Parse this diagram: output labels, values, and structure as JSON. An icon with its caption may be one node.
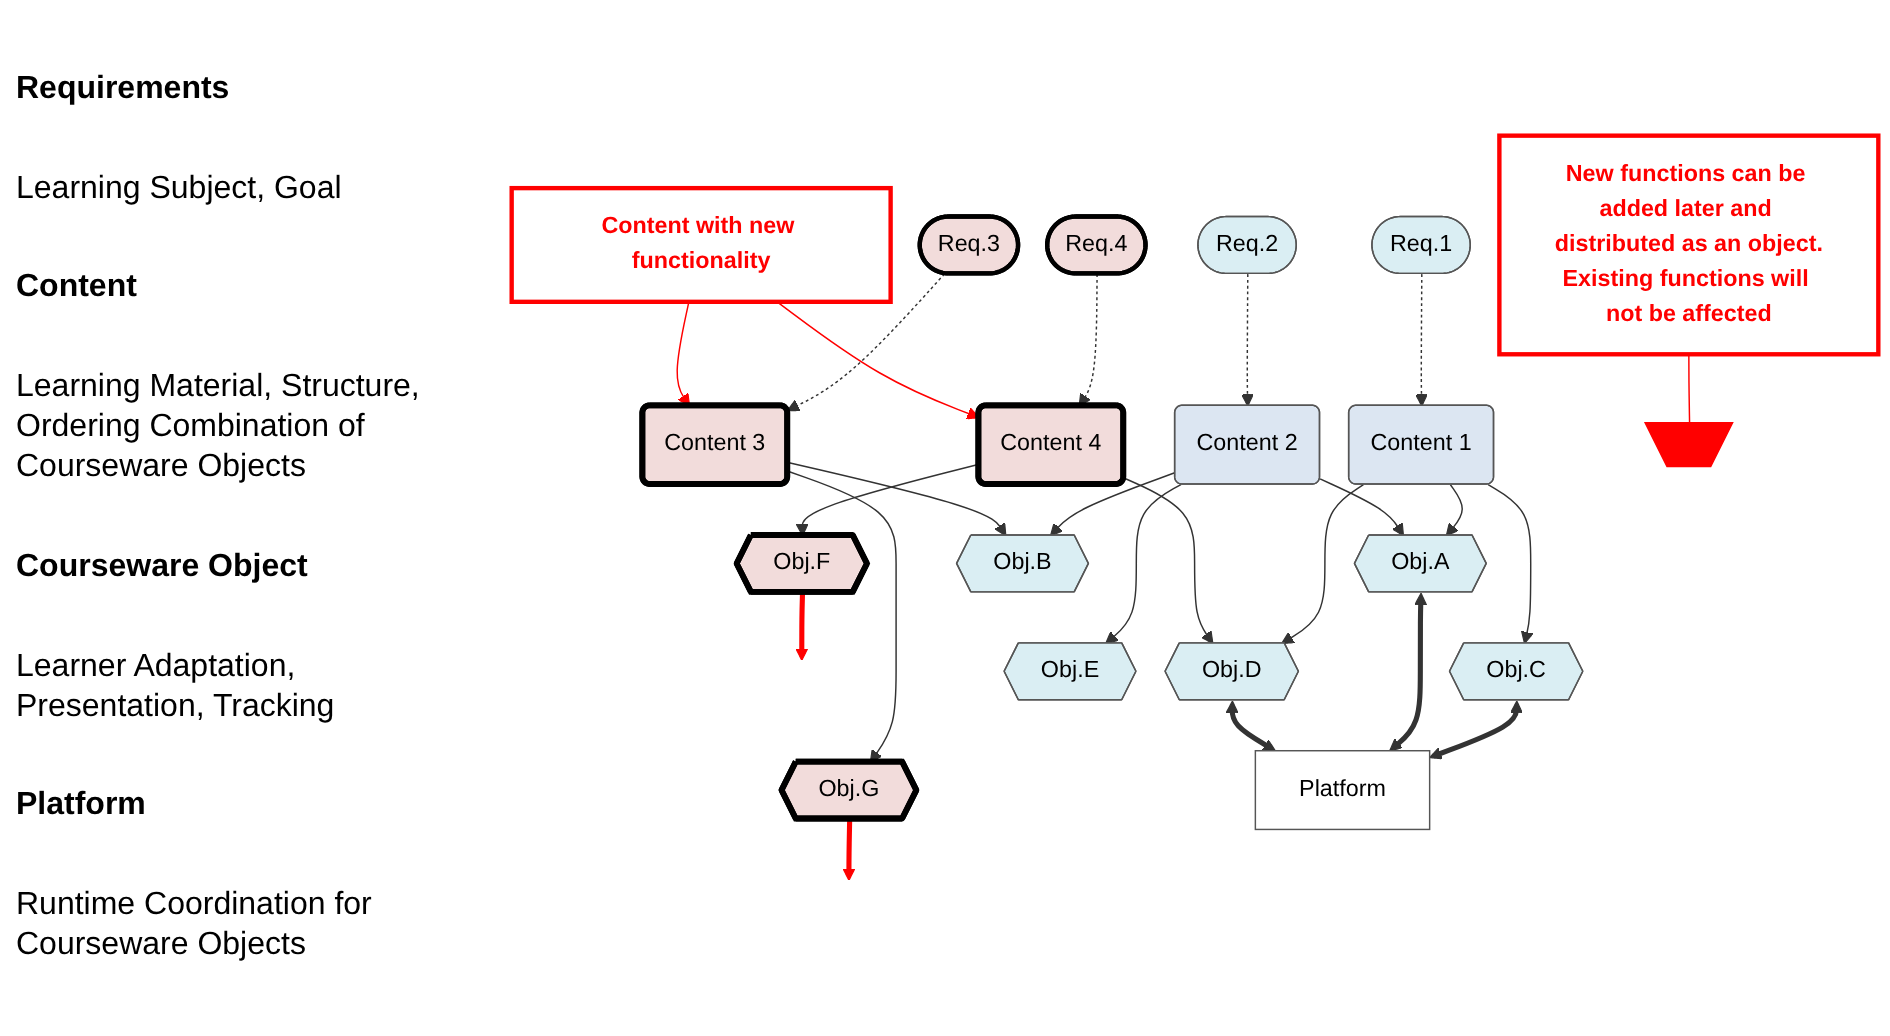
{
  "diagram": {
    "nodes": [
      {
        "text": [
          "Req.1"
        ]
      },
      {
        "text": [
          "Req.2"
        ]
      },
      {
        "text": [
          "Req.3"
        ]
      },
      {
        "text": [
          "Req.4"
        ]
      },
      {
        "text": [
          "Content 1"
        ]
      },
      {
        "text": [
          "Content 2"
        ]
      },
      {
        "text": [
          "Content 3"
        ]
      },
      {
        "text": [
          "Content 4"
        ]
      },
      {
        "text": [
          "Obj.A"
        ]
      },
      {
        "text": [
          "Obj.B"
        ]
      },
      {
        "text": [
          "Obj.F"
        ]
      },
      {
        "text": [
          "Obj.C"
        ]
      },
      {
        "text": [
          "Obj.D"
        ]
      },
      {
        "text": [
          "Obj.E"
        ]
      },
      {
        "text": [
          "Obj.G"
        ]
      },
      {
        "text": [
          "Platform"
        ]
      },
      {
        "text": [
          "Content with new functionality"
        ]
      },
      {
        "text": [],
        "shape": "brace"
      },
      {
        "text": [
          "New functions can be added later and distributed as an object.",
          "Existing functions will not be affected"
        ]
      }
    ],
    "edges": [
      {
        "from": 0,
        "to": 4,
        "arrow": "to",
        "style": "dashed"
      },
      {
        "from": 1,
        "to": 5,
        "arrow": "to",
        "style": "dashed"
      },
      {
        "from": 2,
        "to": 6,
        "arrow": "to",
        "style": "dashed"
      },
      {
        "from": 3,
        "to": 7,
        "arrow": "to",
        "style": "dashed"
      },
      {
        "from": 4,
        "to": 11,
        "arrow": "to"
      },
      {
        "from": 4,
        "to": 8,
        "arrow": "to"
      },
      {
        "from": 4,
        "to": 12,
        "arrow": "to"
      },
      {
        "from": 5,
        "to": 8,
        "arrow": "to"
      },
      {
        "from": 5,
        "to": 9,
        "arrow": "to"
      },
      {
        "from": 5,
        "to": 13,
        "arrow": "to"
      },
      {
        "from": 6,
        "to": 9,
        "arrow": "to"
      },
      {
        "from": 6,
        "to": 14,
        "arrow": "to"
      },
      {
        "from": 7,
        "to": 10,
        "arrow": "to"
      },
      {
        "from": 7,
        "to": 12,
        "arrow": "to"
      },
      {
        "from": 11,
        "to": 15,
        "arrow": "both",
        "style": "thick"
      },
      {
        "from": 8,
        "to": 15,
        "arrow": "both",
        "style": "thick"
      },
      {
        "from": 12,
        "to": 15,
        "arrow": "both",
        "style": "thick"
      },
      {
        "from": 10,
        "to": null,
        "arrow": "to",
        "style": "thick",
        "color": "#ff0000"
      },
      {
        "from": 14,
        "to": null,
        "arrow": "to",
        "style": "thick",
        "color": "#ff0000"
      },
      {
        "from": 16,
        "to": 6,
        "arrow": "to",
        "color": "#ff0000"
      },
      {
        "from": 16,
        "to": 7,
        "arrow": "to",
        "color": "#ff0000"
      },
      {
        "from": 18,
        "to": 17,
        "arrow": "none",
        "color": "#ff0000"
      }
    ],
    "labels": [
      "Requirements",
      "Learning Subject, Goal",
      "Content",
      "Learning Material, Structure, Ordering Combination of Courseware Objects",
      "Courseware Object",
      "Learner Adaptation, Presentation, Tracking",
      "Platform",
      "Runtime Coordination for Courseware Objects"
    ]
  }
}
